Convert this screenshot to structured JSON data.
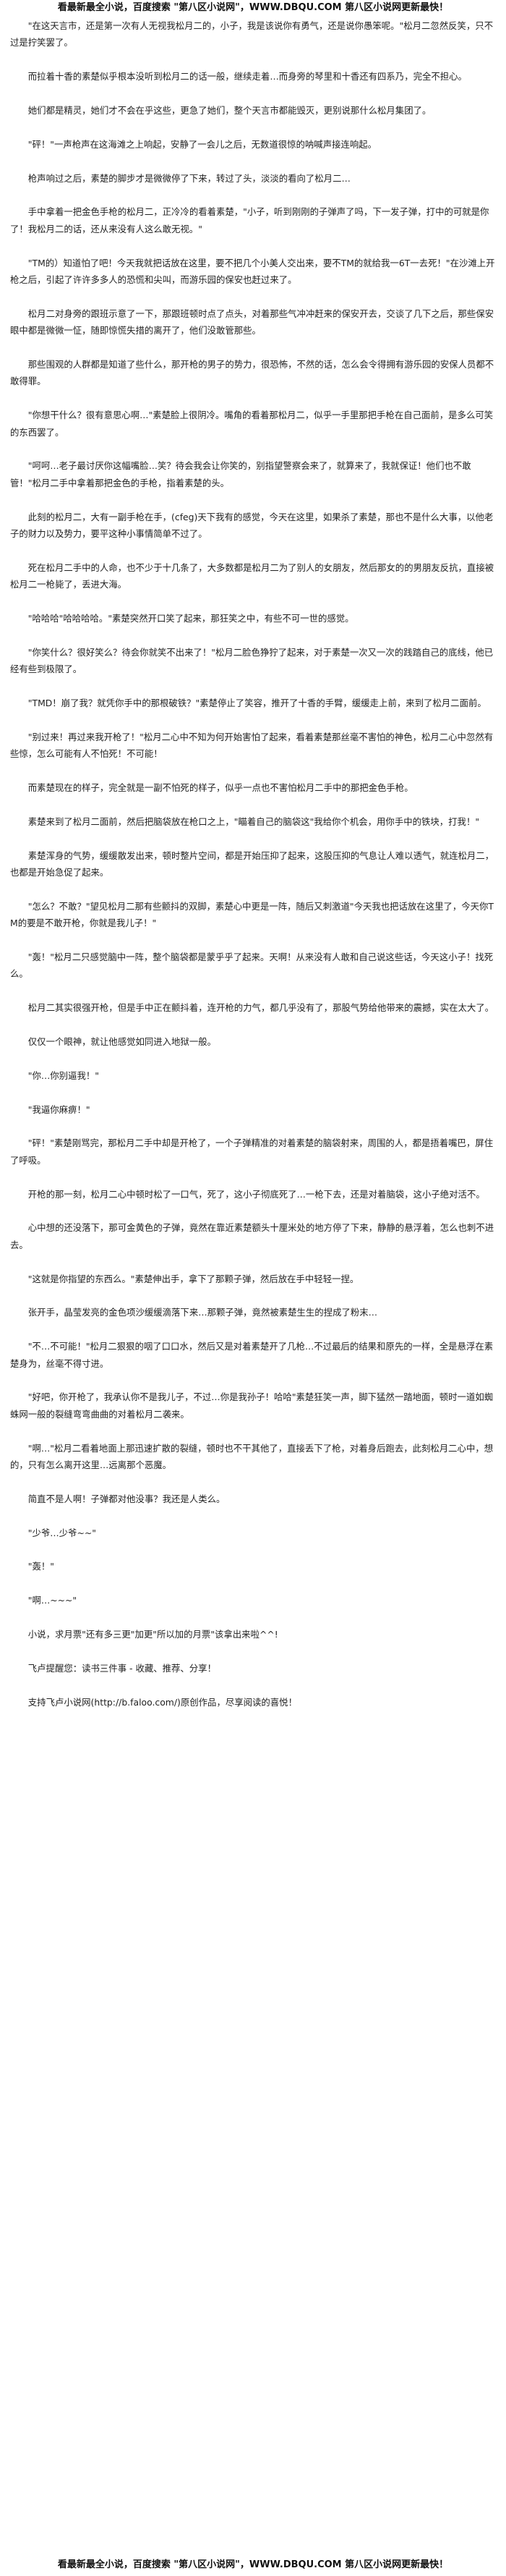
{
  "header": {
    "banner": "看最新最全小说，百度搜索 \"第八区小说网\"，WWW.DBQU.COM 第八区小说网更新最快！"
  },
  "paragraphs": [
    "\"在这天言市，还是第一次有人无视我松月二的，小子，我是该说你有勇气，还是说你愚笨呢。\"松月二忽然反笑，只不过是拧笑罢了。",
    "而拉着十香的素楚似乎根本没听到松月二的话一般，继续走着…而身旁的琴里和十香还有四系乃，完全不担心。",
    "她们都是精灵，她们才不会在乎这些，更急了她们，整个天言市都能毁灭，更别说那什么松月集团了。",
    "\"砰！\"一声枪声在这海滩之上响起，安静了一会儿之后，无数道很惊的呐喊声接连响起。",
    "枪声响过之后，素楚的脚步才是微微停了下来，转过了头，淡淡的看向了松月二…",
    "手中拿着一把金色手枪的松月二，正冷冷的看着素楚，\"小子，听到刚刚的子弹声了吗，下一发子弹，打中的可就是你了！我松月二的话，还从来没有人这么敢无视。\"",
    "\"TM的）知道怕了吧！今天我就把话放在这里，要不把几个小美人交出来，要不TM的就给我一6T一去死！\"在沙滩上开枪之后，引起了许许多多人的恐慌和尖叫，而游乐园的保安也赶过来了。",
    "松月二对身旁的跟班示意了一下，那跟班顿时点了点头，对着那些气冲冲赶来的保安开去，交谈了几下之后，那些保安眼中都是微微一怔，随即惊慌失措的离开了，他们没敢管那些。",
    "那些围观的人群都是知道了些什么，那开枪的男子的势力，很恐怖，不然的话，怎么会令得拥有游乐园的安保人员都不敢得罪。",
    "\"你想干什么？很有意思心啊…\"素楚脸上很阴冷。嘴角的看着那松月二，似乎一手里那把手枪在自己面前，是多么可笑的东西罢了。",
    "\"呵呵…老子最讨厌你这幅嘴脸…笑？待会我会让你笑的，别指望警察会来了，就算来了，我就保证！他们也不敢管！\"松月二手中拿着那把金色的手枪，指着素楚的头。",
    "此刻的松月二，大有一副手枪在手，(cfeg)天下我有的感觉，今天在这里，如果杀了素楚，那也不是什么大事，以他老子的财力以及势力，要平这种小事情简单不过了。",
    "死在松月二手中的人命，也不少于十几条了，大多数都是松月二为了别人的女朋友，然后那女的的男朋友反抗，直接被松月二一枪毙了，丢进大海。",
    "\"哈哈哈\"哈哈哈哈。\"素楚突然开口笑了起来，那狂笑之中，有些不可一世的感觉。",
    "\"你笑什么？很好笑么？待会你就笑不出来了！\"松月二脸色狰狞了起来，对于素楚一次又一次的践踏自己的底线，他已经有些到极限了。",
    "\"TMD！崩了我？就凭你手中的那根破铁？\"素楚停止了笑容，推开了十香的手臂，缓缓走上前，来到了松月二面前。",
    "\"别过来！再过来我开枪了！\"松月二心中不知为何开始害怕了起来，看着素楚那丝毫不害怕的神色，松月二心中忽然有些惊，怎么可能有人不怕死！不可能！",
    "而素楚现在的样子，完全就是一副不怕死的样子，似乎一点也不害怕松月二手中的那把金色手枪。",
    "素楚来到了松月二面前，然后把脑袋放在枪口之上，\"瞄着自己的脑袋这\"我给你个机会，用你手中的铁块，打我！\"",
    "素楚浑身的气势，缓缓散发出来，顿时整片空间，都是开始压抑了起来，这股压抑的气息让人难以透气，就连松月二，也都是开始急促了起来。",
    "\"怎么？不敢？\"望见松月二那有些颤抖的双脚，素楚心中更是一阵，随后又刺激道\"今天我也把话放在这里了，今天你TM的要是不敢开枪，你就是我儿子！\"",
    "\"轰！\"松月二只感觉脑中一阵，整个脑袋都是蒙乎乎了起来。天啊！从来没有人敢和自己说这些话，今天这小子！找死么。",
    "松月二其实很强开枪，但是手中正在颤抖着，连开枪的力气，都几乎没有了，那股气势给他带来的震撼，实在太大了。",
    "仅仅一个眼神，就让他感觉如同进入地狱一般。",
    "\"你…你别逼我！\"",
    "\"我逼你麻痹！\"",
    "\"砰！\"素楚刚骂完，那松月二手中却是开枪了，一个子弹精准的对着素楚的脑袋射来，周围的人，都是捂着嘴巴，屏住了呼吸。",
    "开枪的那一刻，松月二心中顿时松了一口气，死了，这小子彻底死了…一枪下去，还是对着脑袋，这小子绝对活不。",
    "心中想的还没落下，那可金黄色的子弹，竟然在靠近素楚额头十厘米处的地方停了下来，静静的悬浮着，怎么也刺不进去。",
    "\"这就是你指望的东西么。\"素楚伸出手，拿下了那颗子弹，然后放在手中轻轻一捏。",
    "张开手，晶莹发亮的金色项沙缓缓滴落下来…那颗子弹，竟然被素楚生生的捏成了粉末…",
    "\"不…不可能！\"松月二狠狠的咽了口口水，然后又是对着素楚开了几枪…不过最后的结果和原先的一样，全是悬浮在素楚身为，丝毫不得寸进。",
    "\"好吧，你开枪了，我承认你不是我儿子，不过…你是我孙子！哈哈\"素楚狂笑一声，脚下猛然一踏地面，顿时一道如蜘蛛网一般的裂缝弯弯曲曲的对着松月二袭来。",
    "\"啊…\"松月二看着地面上那迅速扩散的裂缝，顿时也不干其他了，直接丢下了枪，对着身后跑去，此刻松月二心中，想的，只有怎么离开这里…远离那个恶魔。",
    "简直不是人啊！子弹都对他没事？我还是人类么。",
    "\"少爷…少爷~~\"",
    "\"轰！\"",
    "\"啊…~~~\"",
    "小说，求月票\"还有多三更\"加更\"所以加的月票\"该拿出来啦^^!",
    "飞卢提醒您：读书三件事 - 收藏、推荐、分享！",
    "支持飞卢小说网(http://b.faloo.com/)原创作品，尽享阅读的喜悦！"
  ],
  "footer": {
    "banner": "看最新最全小说，百度搜索 \"第八区小说网\"，WWW.DBQU.COM 第八区小说网更新最快！"
  }
}
